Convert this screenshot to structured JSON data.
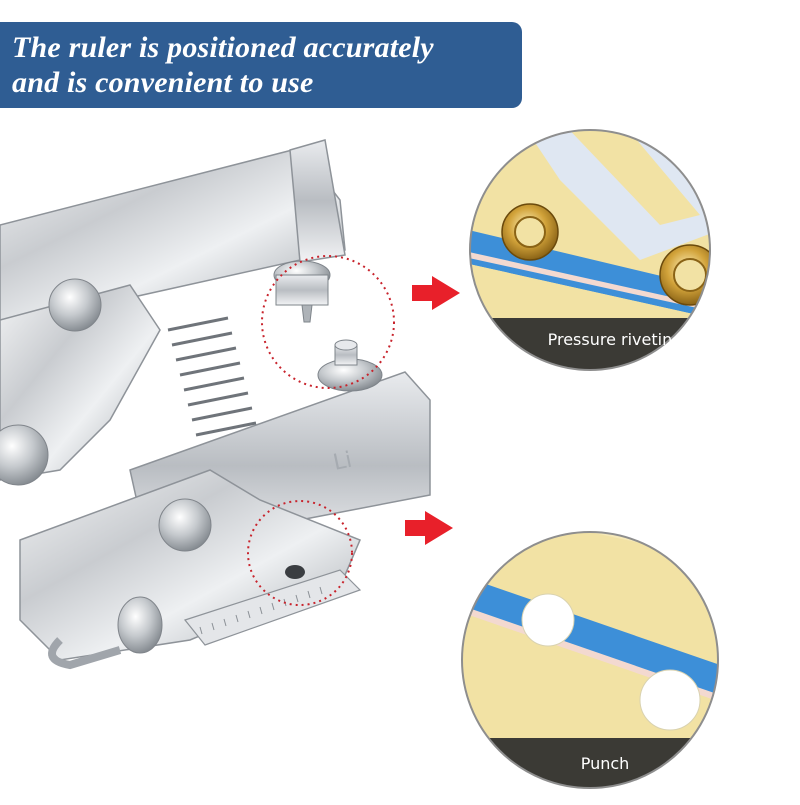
{
  "banner": {
    "line1": "The ruler is positioned accurately",
    "line2": "and is convenient to use",
    "color": "#2f5d93"
  },
  "callouts": [
    {
      "label": "Pressure riveting",
      "icon": "eyelet-rivet"
    },
    {
      "label": "Punch",
      "icon": "punched-hole"
    }
  ],
  "colors": {
    "arrow": "#e8202a",
    "highlight_circle": "#c8232c",
    "paper": "#f2e2a4",
    "stripe": "#3d8fd8",
    "caption_band": "#2b2b2b"
  }
}
